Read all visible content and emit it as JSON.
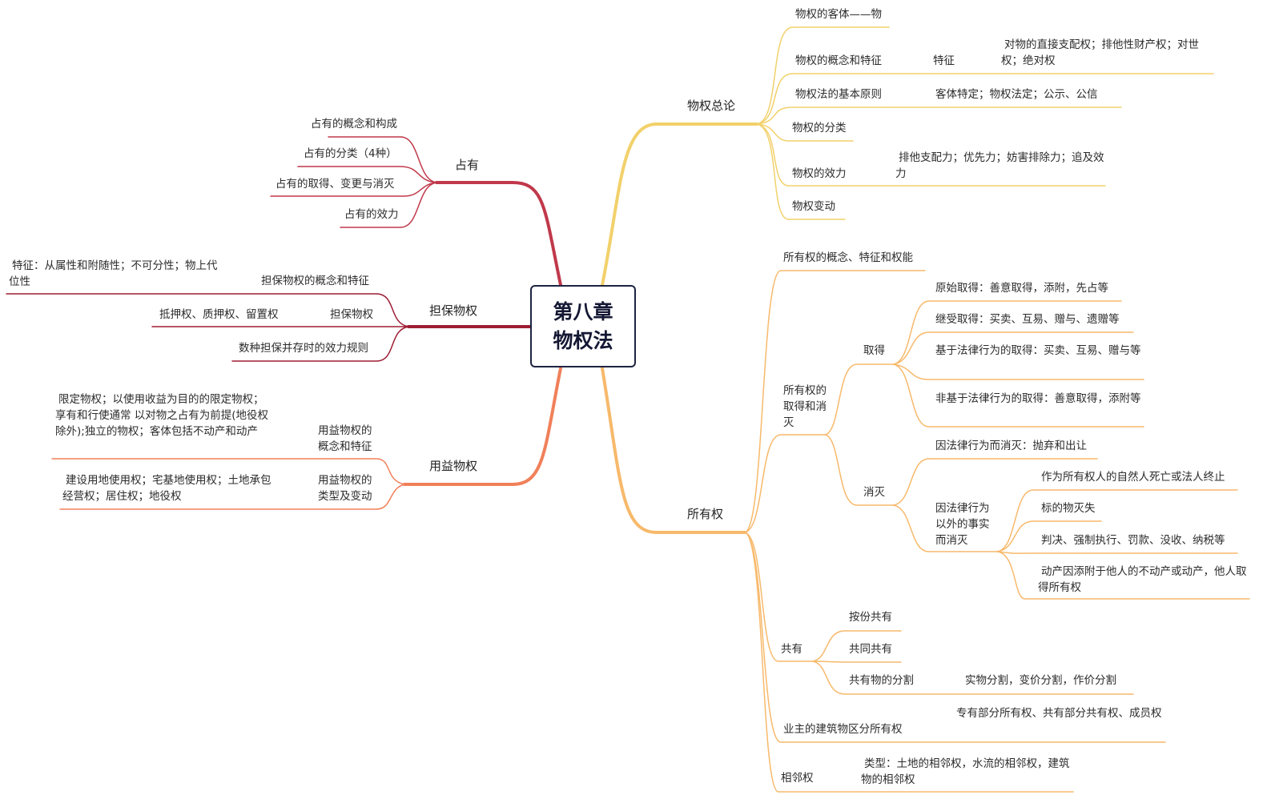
{
  "root": {
    "line1": "第八章",
    "line2": "物权法"
  },
  "colors": {
    "yellow": "#f2d16b",
    "orange": "#f7b96b",
    "red": "#c0394b",
    "darkred": "#9f1d35",
    "coral": "#f0805a"
  },
  "nodes": {
    "n1": "物权总论",
    "n2": "物权的客体——物",
    "n3": "物权的概念和特征",
    "n4": "特征",
    "n5": "对物的直接支配权；排他性财产权；对世权；绝对权",
    "n6": "物权法的基本原则",
    "n7": "客体特定；物权法定；公示、公信",
    "n8": "物权的分类",
    "n9": "物权的效力",
    "n10": "排他支配力；优先力；妨害排除力；追及效力",
    "n11": "物权变动",
    "n12": "所有权",
    "n13": "所有权的概念、特征和权能",
    "n14": "所有权的取得和消灭",
    "n15": "取得",
    "n16": "原始取得：善意取得，添附，先占等",
    "n17": "继受取得：买卖、互易、赠与、遗赠等",
    "n18": "基于法律行为的取得：买卖、互易、赠与等",
    "n19": "非基于法律行为的取得：善意取得，添附等",
    "n20": "消灭",
    "n21": "因法律行为而消灭：抛弃和出让",
    "n22": "因法律行为以外的事实而消灭",
    "n23": "作为所有权人的自然人死亡或法人终止",
    "n24": "标的物灭失",
    "n25": "判决、强制执行、罚款、没收、纳税等",
    "n26": "动产因添附于他人的不动产或动产，他人取得所有权",
    "n27": "共有",
    "n28": "按份共有",
    "n29": "共同共有",
    "n30": "共有物的分割",
    "n31": "实物分割，变价分割，作价分割",
    "n32": "业主的建筑物区分所有权",
    "n33": "专有部分所有权、共有部分共有权、成员权",
    "n34": "相邻权",
    "n35": "类型：土地的相邻权，水流的相邻权，建筑物的相邻权",
    "n36": "占有",
    "n37": "占有的概念和构成",
    "n38": "占有的分类（4种）",
    "n39": "占有的取得、变更与消灭",
    "n40": "占有的效力",
    "n41": "担保物权",
    "n42": "担保物权的概念和特征",
    "n43": "特征：从属性和附随性；不可分性；物上代位性",
    "n44": "担保物权",
    "n45": "抵押权、质押权、留置权",
    "n46": "数种担保并存时的效力规则",
    "n47": "用益物权",
    "n48": "用益物权的概念和特征",
    "n49": "限定物权；以使用收益为目的的限定物权；享有和行使通常 以对物之占有为前提(地役权除外);独立的物权；客体包括不动产和动产",
    "n50": "用益物权的类型及变动",
    "n51": "建设用地使用权；宅基地使用权；土地承包经营权；居住权；地役权"
  }
}
